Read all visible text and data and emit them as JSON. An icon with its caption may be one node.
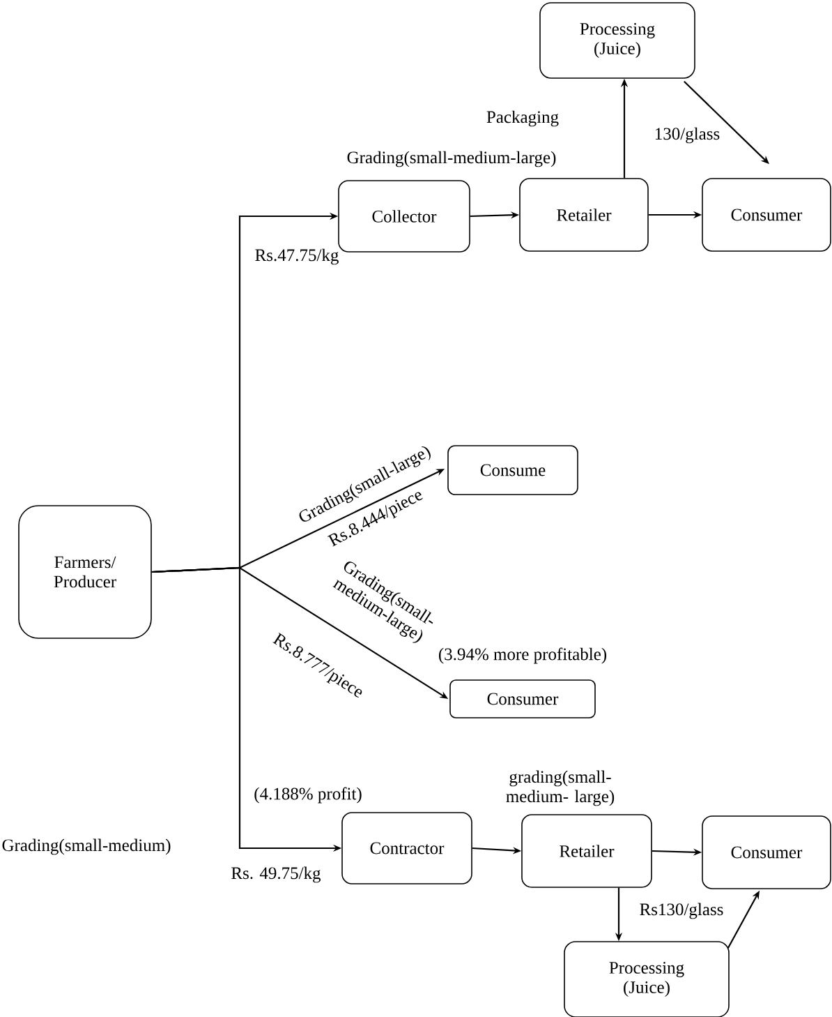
{
  "diagram": {
    "nodes": [
      {
        "text": [
          "Processing (Juice)"
        ]
      },
      {
        "text": [
          "Collector"
        ]
      },
      {
        "text": [
          "Retailer"
        ]
      },
      {
        "text": [
          "Consumer"
        ]
      },
      {
        "text": [
          "Consume"
        ]
      },
      {
        "text": [
          "Farmers/ Producer"
        ]
      },
      {
        "text": [
          "Consumer"
        ]
      },
      {
        "text": [
          "Contractor"
        ]
      },
      {
        "text": [
          "Retailer"
        ]
      },
      {
        "text": [
          "Consumer"
        ]
      },
      {
        "text": [
          "Processing (Juice)"
        ]
      }
    ],
    "edges": [
      {
        "from": 5,
        "to": 1,
        "arrow": "to"
      },
      {
        "from": 5,
        "to": 4,
        "arrow": "to"
      },
      {
        "from": 5,
        "to": 6,
        "arrow": "to"
      },
      {
        "from": 5,
        "to": 7,
        "arrow": "to"
      },
      {
        "from": 1,
        "to": 2,
        "arrow": "to"
      },
      {
        "from": 2,
        "to": 3,
        "arrow": "to"
      },
      {
        "from": 2,
        "to": 0,
        "arrow": "to"
      },
      {
        "from": 0,
        "to": 3,
        "arrow": "to",
        "label": "130/glass"
      },
      {
        "from": 7,
        "to": 8,
        "arrow": "to"
      },
      {
        "from": 8,
        "to": 9,
        "arrow": "to"
      },
      {
        "from": 8,
        "to": 10,
        "arrow": "to",
        "label": "Rs130/glass"
      },
      {
        "from": 10,
        "to": 9,
        "arrow": "to"
      }
    ],
    "labels": [
      "Packaging",
      "Grading(small-medium-large)",
      "Rs.47.75/kg",
      "Grading(small-large)",
      "Rs.8.444/piece",
      "Grading(small- medium-large)",
      "Rs.8.777/piece",
      "(3.94% more profitable)",
      "(4.188% profit)",
      "grading(small-medium- large)",
      "Grading(small-medium)",
      "Rs. 49.75/kg"
    ]
  }
}
